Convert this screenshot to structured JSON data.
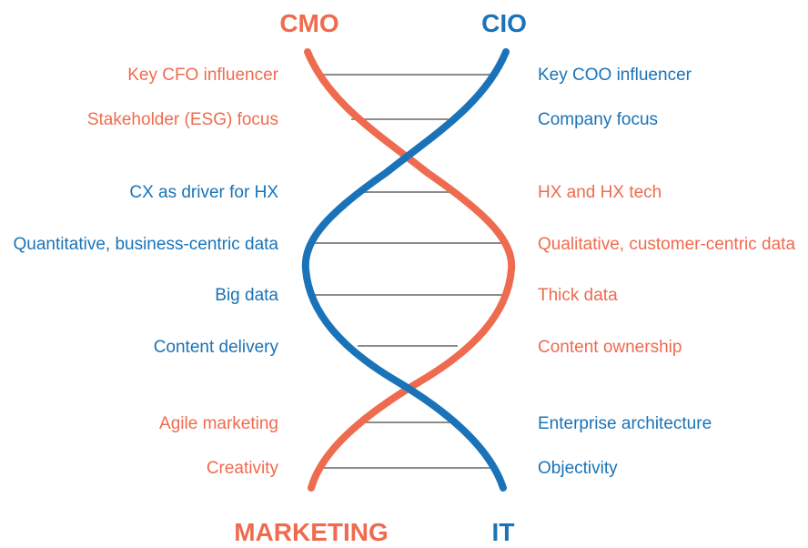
{
  "colors": {
    "marketing": "#ef6b4f",
    "it": "#1a73b8",
    "rung": "#8c8c8c"
  },
  "header": {
    "left_title": "CMO",
    "right_title": "CIO"
  },
  "footer": {
    "left_title": "MARKETING",
    "right_title": "IT"
  },
  "rows": [
    {
      "left": "Key CFO influencer",
      "right": "Key COO influencer",
      "left_side": "marketing",
      "right_side": "it"
    },
    {
      "left": "Stakeholder (ESG) focus",
      "right": "Company focus",
      "left_side": "marketing",
      "right_side": "it"
    },
    {
      "left": "CX as driver for HX",
      "right": "HX and HX tech",
      "left_side": "it",
      "right_side": "marketing"
    },
    {
      "left": "Quantitative, business-centric data",
      "right": "Qualitative, customer-centric data",
      "left_side": "it",
      "right_side": "marketing"
    },
    {
      "left": "Big data",
      "right": "Thick data",
      "left_side": "it",
      "right_side": "marketing"
    },
    {
      "left": "Content delivery",
      "right": "Content ownership",
      "left_side": "it",
      "right_side": "marketing"
    },
    {
      "left": "Agile marketing",
      "right": "Enterprise architecture",
      "left_side": "marketing",
      "right_side": "it"
    },
    {
      "left": "Creativity",
      "right": "Objectivity",
      "left_side": "marketing",
      "right_side": "it"
    }
  ]
}
